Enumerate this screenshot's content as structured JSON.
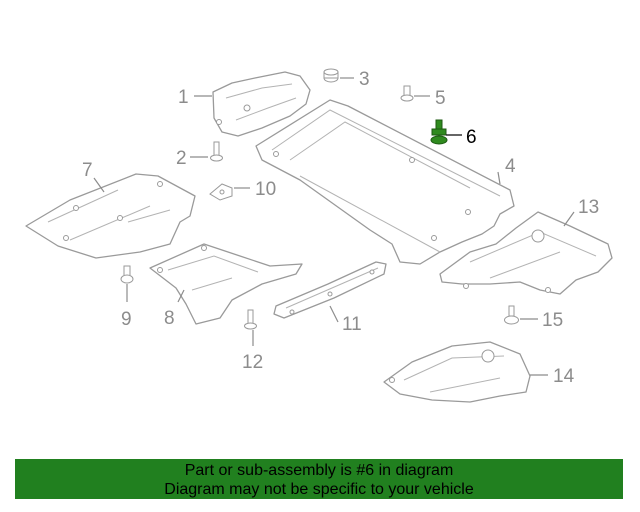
{
  "callouts": {
    "c1": "1",
    "c2": "2",
    "c3": "3",
    "c4": "4",
    "c5": "5",
    "c6": "6",
    "c7": "7",
    "c8": "8",
    "c9": "9",
    "c10": "10",
    "c11": "11",
    "c12": "12",
    "c13": "13",
    "c14": "14",
    "c15": "15"
  },
  "highlight": {
    "part": "6",
    "color": "#2f8a1e"
  },
  "banner": {
    "line1": "Part or sub-assembly is #6 in diagram",
    "line2": "Diagram may not be specific to your vehicle",
    "background": "#21801f"
  }
}
